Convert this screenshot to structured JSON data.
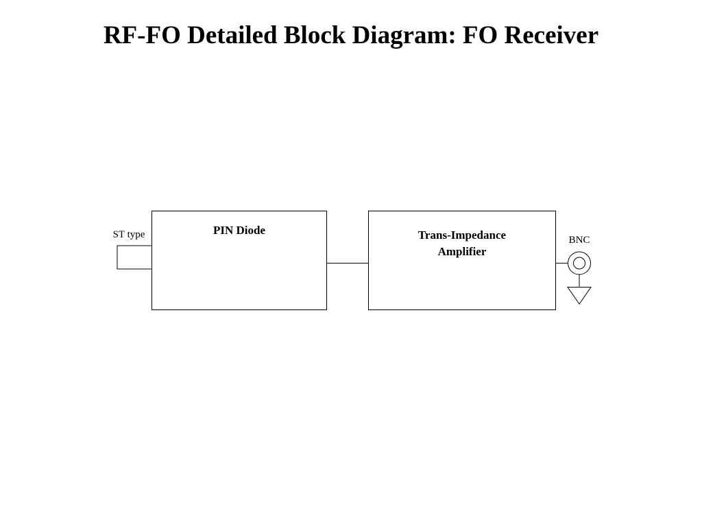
{
  "title": "RF-FO Detailed Block Diagram: FO Receiver",
  "connectors": {
    "input_label": "ST type",
    "output_label": "BNC"
  },
  "blocks": {
    "pin_diode": {
      "label": "PIN Diode"
    },
    "tia": {
      "label_line1": "Trans-Impedance",
      "label_line2": "Amplifier"
    }
  },
  "colors": {
    "stroke": "#000000",
    "background": "#ffffff"
  }
}
